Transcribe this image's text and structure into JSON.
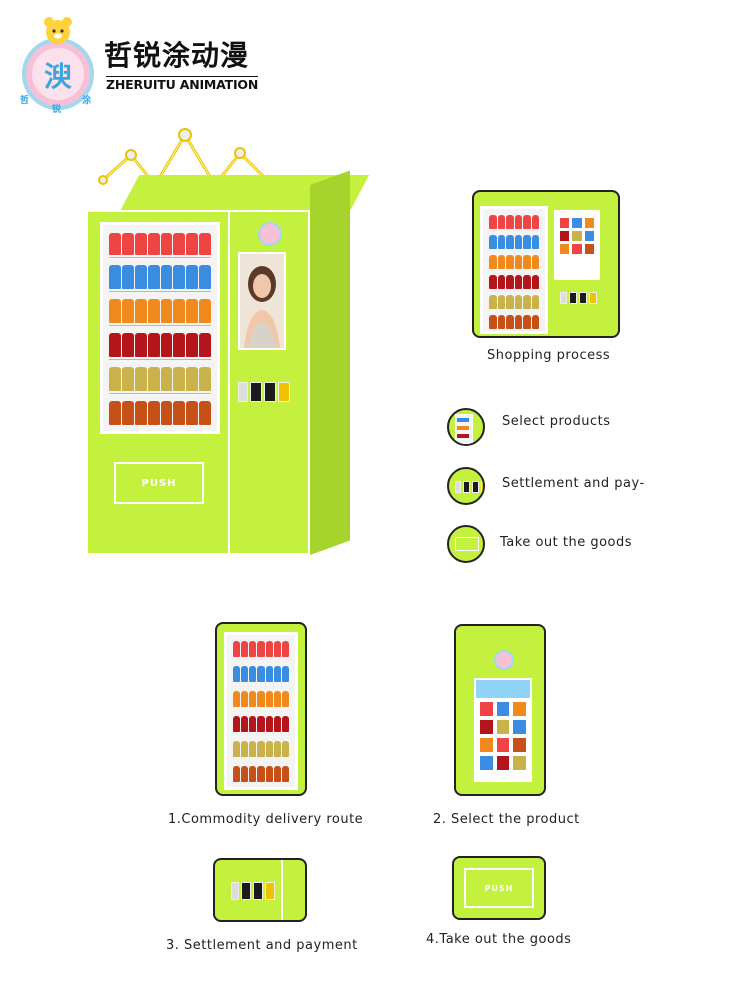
{
  "brand": {
    "name_cn": "哲锐涂动漫",
    "name_en": "ZHERUITU ANIMATION",
    "logo_chars": [
      "哲",
      "锐",
      "涂"
    ],
    "logo_mark": "㳛",
    "accent_color": "#c3f13e"
  },
  "machine": {
    "push_label": "PUSH"
  },
  "process": {
    "title": "Shopping process",
    "steps": [
      {
        "label": "Select products",
        "icon": "shelf-icon"
      },
      {
        "label": "Settlement and pay-",
        "icon": "payment-icon"
      },
      {
        "label": "Take out the goods",
        "icon": "push-icon"
      }
    ]
  },
  "details": [
    {
      "label": "1.Commodity delivery route"
    },
    {
      "label": "2. Select the product"
    },
    {
      "label": "3. Settlement and payment"
    },
    {
      "label": "4.Take out the goods"
    }
  ]
}
